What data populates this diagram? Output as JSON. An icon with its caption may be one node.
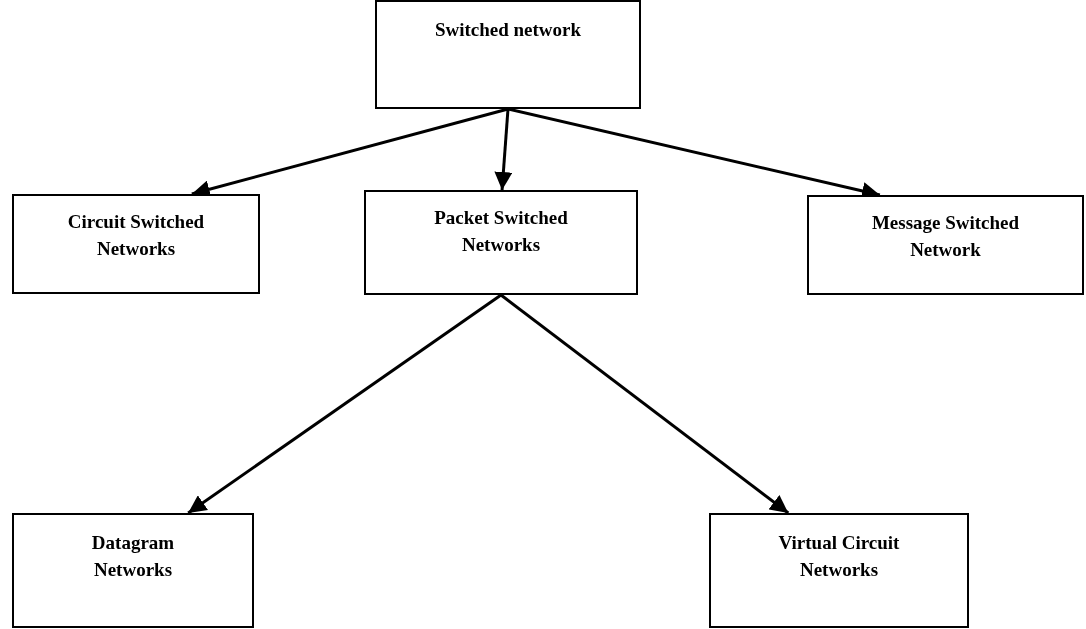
{
  "diagram": {
    "nodes": [
      {
        "text": [
          "Switched network"
        ]
      },
      {
        "text": [
          "Circuit Switched Networks"
        ]
      },
      {
        "text": [
          "Packet Switched Networks"
        ]
      },
      {
        "text": [
          "Message Switched Network"
        ]
      },
      {
        "text": [
          "Datagram Networks"
        ]
      },
      {
        "text": [
          "Virtual Circuit Networks"
        ]
      }
    ],
    "edges": [
      {
        "from": 0,
        "to": 1,
        "arrow": "to"
      },
      {
        "from": 0,
        "to": 2,
        "arrow": "to"
      },
      {
        "from": 0,
        "to": 3,
        "arrow": "to"
      },
      {
        "from": 2,
        "to": 4,
        "arrow": "to"
      },
      {
        "from": 2,
        "to": 5,
        "arrow": "to"
      }
    ]
  }
}
